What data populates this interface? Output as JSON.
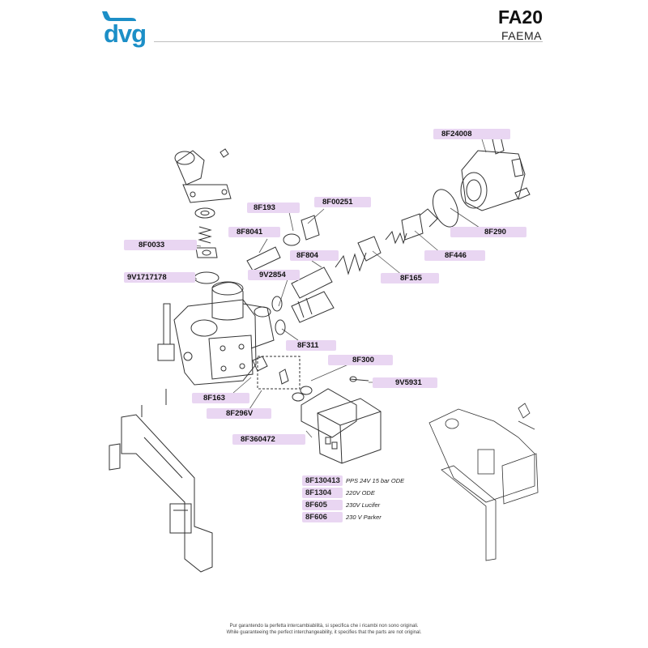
{
  "header": {
    "logo_text": "dvg",
    "model": "FA20",
    "brand": "FAEMA"
  },
  "parts": {
    "p8F24008": "8F24008",
    "p8F290": "8F290",
    "p8F446": "8F446",
    "p8F165": "8F165",
    "p8F193": "8F193",
    "p8F00251": "8F00251",
    "p8F8041": "8F8041",
    "p8F0033": "8F0033",
    "p9V1717178": "9V1717178",
    "p8F804": "8F804",
    "p9V2854": "9V2854",
    "p8F311": "8F311",
    "p8F300": "8F300",
    "p9V5931": "9V5931",
    "p8F163": "8F163",
    "p8F296V": "8F296V",
    "p8F360472": "8F360472"
  },
  "alternatives": [
    {
      "code": "8F130413",
      "desc": "PPS 24V 15 bar ODE"
    },
    {
      "code": "8F1304",
      "desc": "220V ODE"
    },
    {
      "code": "8F605",
      "desc": "230V Lucifer"
    },
    {
      "code": "8F606",
      "desc": "230 V Parker"
    }
  ],
  "footer": {
    "line1": "Pur garantendo la perfetta intercambiabilità, si specifica che i ricambi non sono originali.",
    "line2": "While guaranteeing the perfect interchangeability, it specifies that the parts are not original."
  },
  "colors": {
    "label_bg": "#e9d6f2",
    "logo_blue": "#1c8fc7"
  }
}
